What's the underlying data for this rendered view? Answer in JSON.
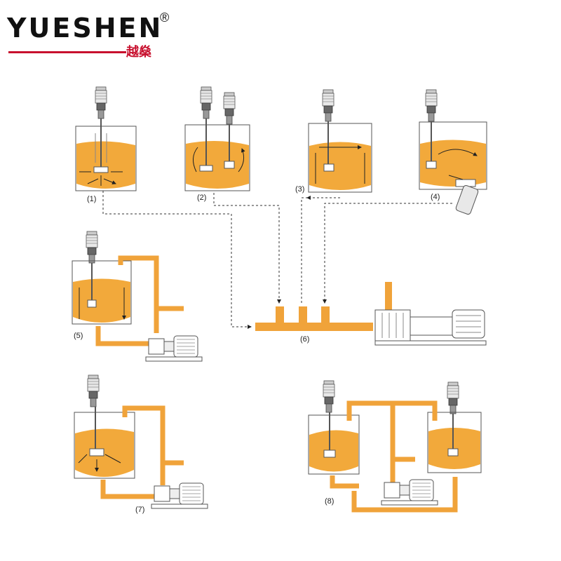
{
  "brand": {
    "name": "YUESHEN",
    "registered_mark": "®",
    "chinese_name": "越燊"
  },
  "colors": {
    "liquid": "#F2A93B",
    "pipe": "#F0A33A",
    "brand_accent": "#c8102e",
    "outline": "#555555"
  },
  "labels": {
    "s1": "(1)",
    "s2": "(2)",
    "s3": "(3)",
    "s4": "(4)",
    "s5": "(5)",
    "s6": "(6)",
    "s7": "(7)",
    "s8": "(8)"
  }
}
